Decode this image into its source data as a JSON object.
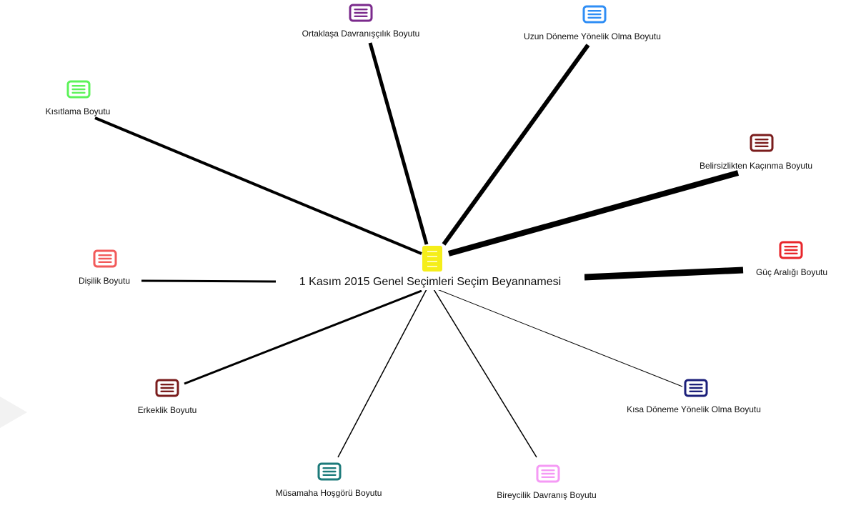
{
  "center": {
    "label": "1 Kasım 2015 Genel Seçimleri Seçim Beyannamesi",
    "icon": "document-icon",
    "color": "#f5ee1a"
  },
  "nodes": [
    {
      "id": "ortaklasa",
      "label": "Ortaklaşa Davranışçılık Boyutu",
      "icon": "document-list-icon",
      "color": "#7b2a8c",
      "weight": 5
    },
    {
      "id": "uzun",
      "label": "Uzun Döneme Yönelik Olma Boyutu",
      "icon": "document-list-icon",
      "color": "#2f8ef5",
      "weight": 6
    },
    {
      "id": "kisitlama",
      "label": "Kısıtlama Boyutu",
      "icon": "document-list-icon",
      "color": "#5df35a",
      "weight": 4
    },
    {
      "id": "belirsizlik",
      "label": "Belirsizlikten Kaçınma Boyutu",
      "icon": "document-list-icon",
      "color": "#7a1c1c",
      "weight": 8
    },
    {
      "id": "guc",
      "label": "Güç Aralığı Boyutu",
      "icon": "document-list-icon",
      "color": "#e8262b",
      "weight": 9
    },
    {
      "id": "disilik",
      "label": "Dişilik Boyutu",
      "icon": "document-list-icon",
      "color": "#f25a5a",
      "weight": 3
    },
    {
      "id": "erkeklik",
      "label": "Erkeklik Boyutu",
      "icon": "document-list-icon",
      "color": "#7a1c1c",
      "weight": 3
    },
    {
      "id": "kisa",
      "label": "Kısa Döneme Yönelik Olma Boyutu",
      "icon": "document-list-icon",
      "color": "#1b1f7a",
      "weight": 1
    },
    {
      "id": "musamaha",
      "label": "Müsamaha Hoşgörü Boyutu",
      "icon": "document-list-icon",
      "color": "#1c7a7a",
      "weight": 1.5
    },
    {
      "id": "bireycilik",
      "label": "Bireycilik Davranış Boyutu",
      "icon": "document-list-icon",
      "color": "#f59af5",
      "weight": 1.5
    }
  ]
}
